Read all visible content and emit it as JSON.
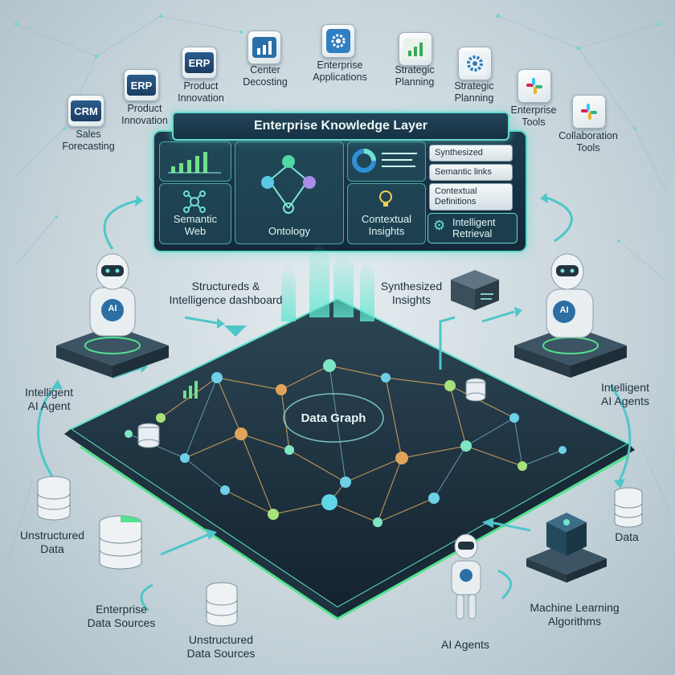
{
  "header_tools": [
    {
      "badge": "CRM",
      "label": "Sales\nForecasting",
      "kind": "crm"
    },
    {
      "badge": "ERP",
      "label": "Product\nInnovation",
      "kind": "erp"
    },
    {
      "badge": "ERP",
      "label": "Product\nInnovation",
      "kind": "erp"
    },
    {
      "badge": "",
      "label": "Center\nDecosting",
      "kind": "chart-icon"
    },
    {
      "badge": "",
      "label": "Enterprise\nApplications",
      "kind": "gear-icon"
    },
    {
      "badge": "",
      "label": "Strategic\nPlanning",
      "kind": "chart-icon"
    },
    {
      "badge": "",
      "label": "Strategic\nPlanning",
      "kind": "gear-icon"
    },
    {
      "badge": "",
      "label": "Enterprise\nTools",
      "kind": "slack-icon"
    },
    {
      "badge": "",
      "label": "Collaboration\nTools",
      "kind": "slack-icon"
    }
  ],
  "knowledge_layer": {
    "title": "Enterprise Knowledge Layer",
    "cells": [
      "Semantic\nWeb",
      "Ontology",
      "Contextual\nInsights"
    ],
    "tags": [
      "Synthesized",
      "Semantic links",
      "Contextual\nDefinitions"
    ],
    "retrieval": "Intelligent\nRetrieval"
  },
  "callouts": {
    "structured": "Structureds &\nIntelligence dashboard",
    "synthesized": "Synthesized\nInsights",
    "left_agent": "Intelligent\nAI Agent",
    "right_agents": "Intelligent\nAI Agents",
    "unstructured_data": "Unstructured\nData",
    "data": "Data",
    "enterprise_sources": "Enterprise\nData Sources",
    "unstructured_sources": "Unstructured\nData Sources",
    "ai_agents": "AI Agents",
    "ml": "Machine Learning\nAlgorithms"
  },
  "graph": {
    "label": "Data Graph"
  },
  "robots": {
    "badge": "AI"
  },
  "colors": {
    "accent": "#5fd6c8",
    "arrow": "#4fc6c9",
    "panel": "#163143"
  }
}
